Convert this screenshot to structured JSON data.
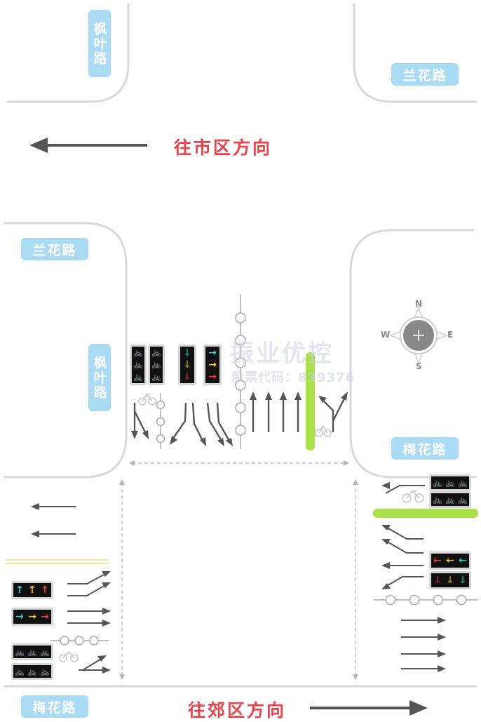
{
  "roads": {
    "fengye_top": "枫叶路",
    "lanhua_top_right": "兰花路",
    "lanhua_mid_left": "兰花路",
    "fengye_mid": "枫叶路",
    "meihua_right": "梅花路",
    "meihua_bottom": "梅花路"
  },
  "directions": {
    "to_city": "往市区方向",
    "to_suburb": "往郊区方向"
  },
  "watermark": {
    "brand": "振业优控",
    "code": "股票代码：839376"
  },
  "compass": {
    "n": "N",
    "s": "S",
    "e": "E",
    "w": "W"
  },
  "signals": {
    "arrow_glyphs": {
      "up": "↑",
      "right": "→",
      "left": "←",
      "down": "↓",
      "bike": "🚲"
    }
  },
  "colors": {
    "label_bg": "#a9dbf5",
    "direction_text": "#e8424a",
    "bike_lane": "#a8e04a",
    "road_edge": "#d9d9d9",
    "arrow": "#555555",
    "signal_green": "#2dd0c4",
    "signal_yellow": "#f6c21f",
    "signal_red": "#ef3b3b"
  }
}
